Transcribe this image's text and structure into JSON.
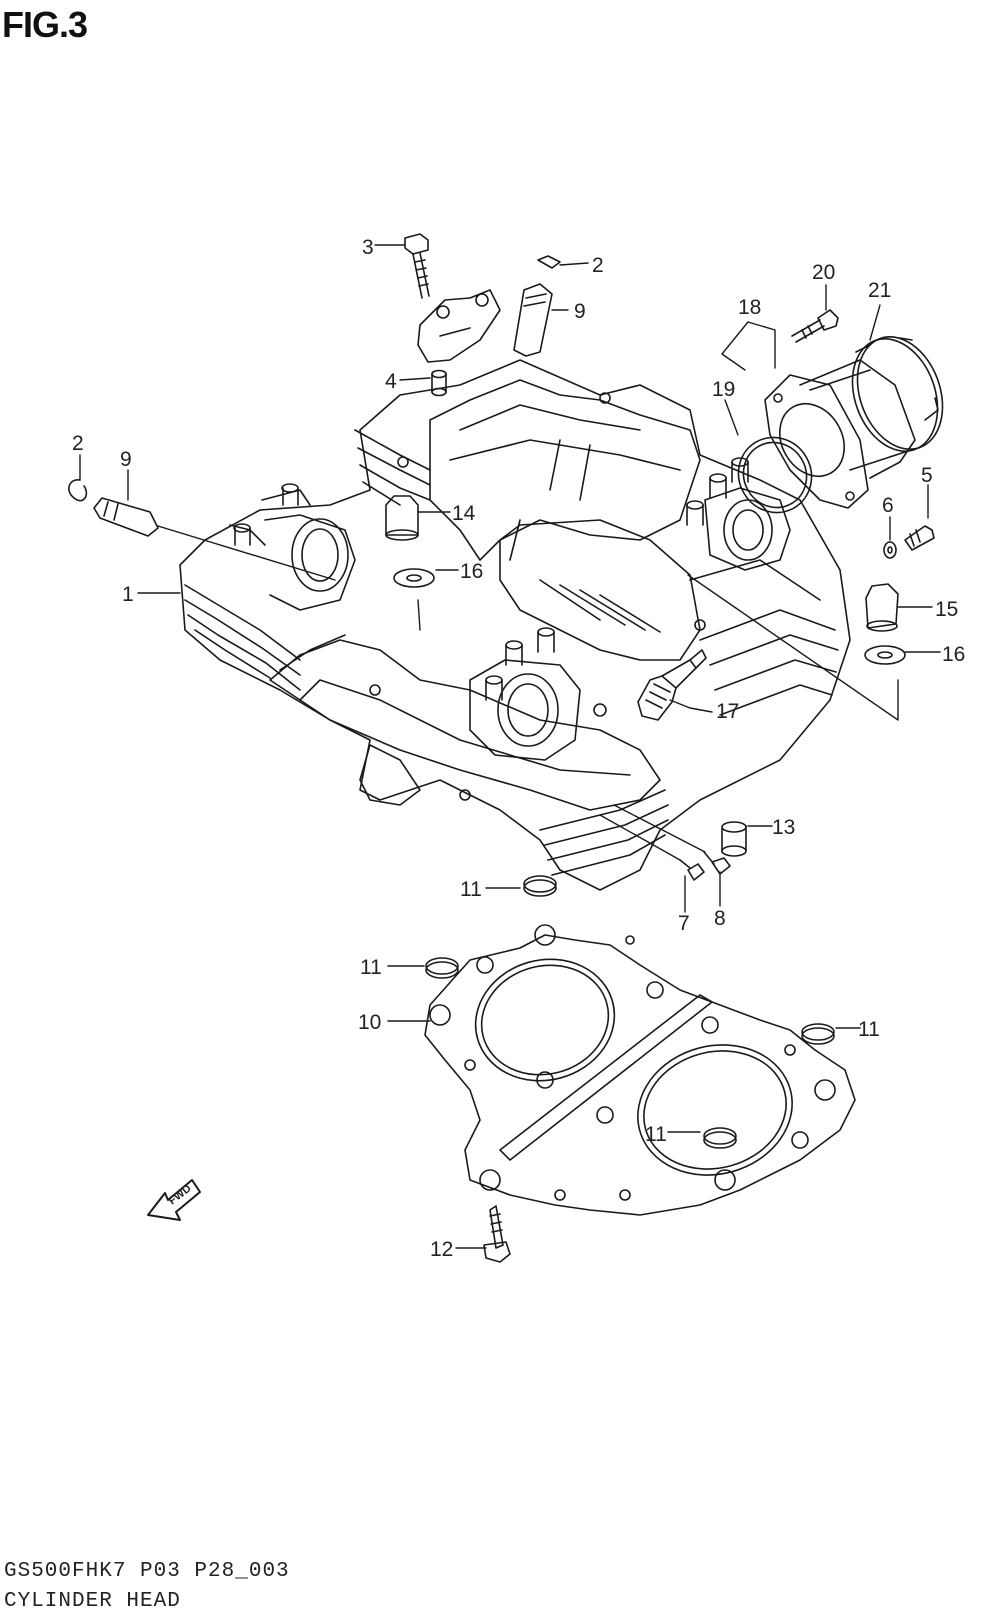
{
  "figure": {
    "title": "FIG.3"
  },
  "callouts": {
    "c1": "1",
    "c2a": "2",
    "c2b": "2",
    "c3": "3",
    "c4": "4",
    "c5": "5",
    "c6": "6",
    "c7": "7",
    "c8": "8",
    "c9a": "9",
    "c9b": "9",
    "c10": "10",
    "c11a": "11",
    "c11b": "11",
    "c11c": "11",
    "c11d": "11",
    "c12": "12",
    "c13": "13",
    "c14": "14",
    "c15": "15",
    "c16a": "16",
    "c16b": "16",
    "c17": "17",
    "c18": "18",
    "c19": "19",
    "c20": "20",
    "c21": "21"
  },
  "fwd_arrow": {
    "label": "FWD"
  },
  "footer": {
    "model_code": "GS500FHK7  P03 P28_003",
    "section_name": "CYLINDER HEAD"
  }
}
